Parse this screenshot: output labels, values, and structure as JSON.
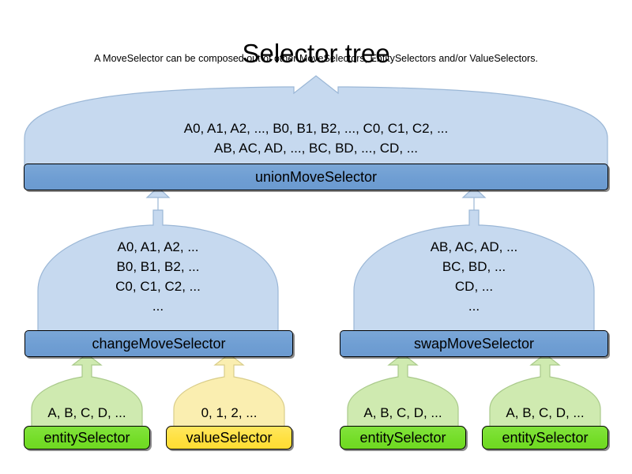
{
  "header": {
    "title": "Selector tree",
    "subtitle": "A MoveSelector can be composed out of other MoveSelectors, EntitySelectors and/or ValueSelectors."
  },
  "colors": {
    "move_body": "#c6d9ef",
    "move_bar": "#6f9ed3",
    "entity_body": "#cfeab0",
    "entity_bar": "#74dd28",
    "value_body": "#faeeb0",
    "value_bar": "#ffe03f",
    "outline": "#000000",
    "text": "#000000",
    "background": "#ffffff"
  },
  "nodes": {
    "union": {
      "label": "unionMoveSelector",
      "lines": [
        "A0, A1, A2, ..., B0, B1, B2, ..., C0, C1, C2, ...",
        "AB, AC, AD, ..., BC, BD, ..., CD, ..."
      ]
    },
    "change": {
      "label": "changeMoveSelector",
      "lines": [
        "A0, A1, A2, ...",
        "B0, B1, B2, ...",
        "C0, C1, C2, ...",
        "..."
      ]
    },
    "swap": {
      "label": "swapMoveSelector",
      "lines": [
        "AB, AC, AD, ...",
        "BC, BD, ...",
        "CD, ...",
        "..."
      ]
    },
    "entity1": {
      "label": "entitySelector",
      "lines": [
        "A, B, C, D, ..."
      ]
    },
    "value1": {
      "label": "valueSelector",
      "lines": [
        "0, 1, 2, ..."
      ]
    },
    "entity2": {
      "label": "entitySelector",
      "lines": [
        "A, B, C, D, ..."
      ]
    },
    "entity3": {
      "label": "entitySelector",
      "lines": [
        "A, B, C, D, ..."
      ]
    }
  }
}
